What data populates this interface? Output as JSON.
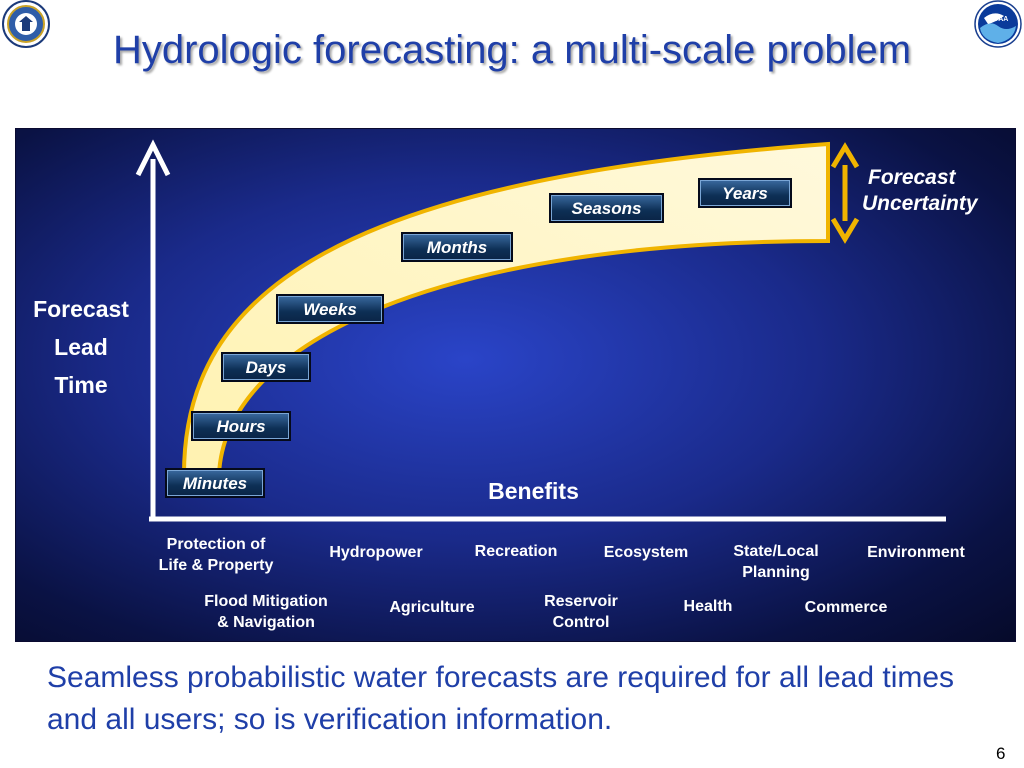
{
  "title": "Hydrologic forecasting: a multi-scale problem",
  "y_axis_label": [
    "Forecast",
    "Lead",
    "Time"
  ],
  "x_axis_label": "Benefits",
  "uncertainty_label": [
    "Forecast",
    "Uncertainty"
  ],
  "time_scales": [
    "Minutes",
    "Hours",
    "Days",
    "Weeks",
    "Months",
    "Seasons",
    "Years"
  ],
  "benefits_row1": [
    "Protection of\nLife & Property",
    "Hydropower",
    "Recreation",
    "Ecosystem",
    "State/Local\nPlanning",
    "Environment"
  ],
  "benefits_row2": [
    "Flood Mitigation\n& Navigation",
    "Agriculture",
    "Reservoir\nControl",
    "Health",
    "Commerce"
  ],
  "footer": "Seamless probabilistic water forecasts are required for all lead times and all users; so is verification information.",
  "page_number": "6",
  "colors": {
    "title": "#1f3fa8",
    "band_fill": "#fff6c8",
    "band_edge": "#f0b400",
    "scale_box": "#0d2f55",
    "panel_center": "#2a44c8",
    "panel_edge": "#060a2a"
  },
  "logos": [
    "department-of-commerce-seal",
    "noaa-logo"
  ]
}
